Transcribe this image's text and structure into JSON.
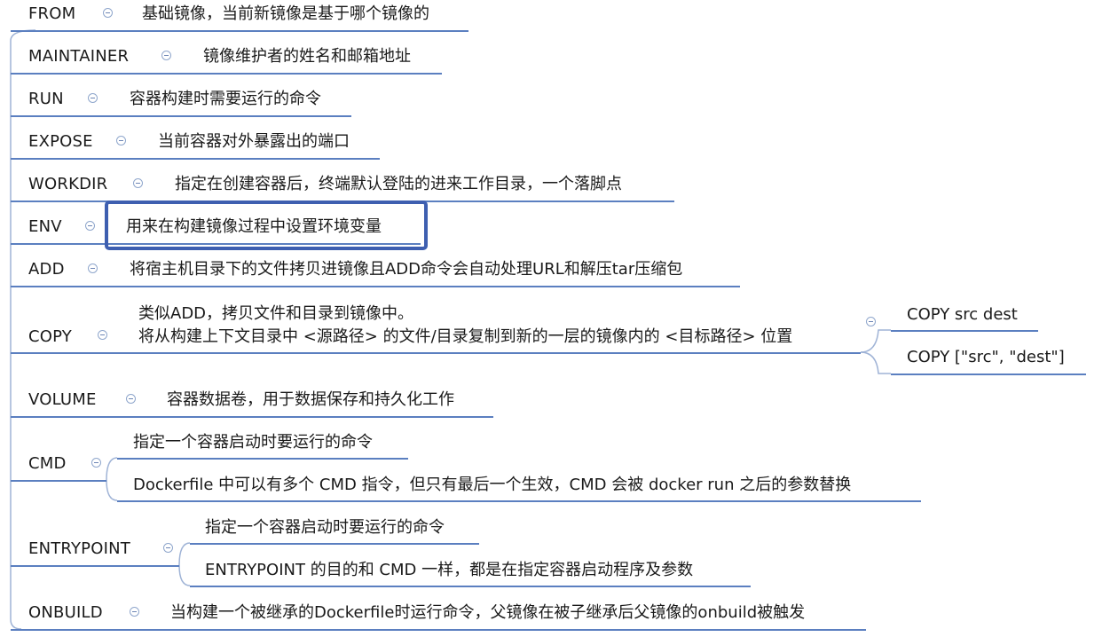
{
  "colors": {
    "line": "#5b7fc0",
    "branch": "#9fb3d6",
    "highlight": "#3e5fb0"
  },
  "nodes": [
    {
      "keyword": "FROM",
      "descriptions": [
        "基础镜像，当前新镜像是基于哪个镜像的"
      ]
    },
    {
      "keyword": "MAINTAINER",
      "descriptions": [
        "镜像维护者的姓名和邮箱地址"
      ]
    },
    {
      "keyword": "RUN",
      "descriptions": [
        "容器构建时需要运行的命令"
      ]
    },
    {
      "keyword": "EXPOSE",
      "descriptions": [
        "当前容器对外暴露出的端口"
      ]
    },
    {
      "keyword": "WORKDIR",
      "descriptions": [
        "指定在创建容器后，终端默认登陆的进来工作目录，一个落脚点"
      ]
    },
    {
      "keyword": "ENV",
      "descriptions": [
        "用来在构建镜像过程中设置环境变量"
      ],
      "highlighted": true
    },
    {
      "keyword": "ADD",
      "descriptions": [
        "将宿主机目录下的文件拷贝进镜像且ADD命令会自动处理URL和解压tar压缩包"
      ]
    },
    {
      "keyword": "COPY",
      "description_lines": [
        "类似ADD，拷贝文件和目录到镜像中。",
        "将从构建上下文目录中 <源路径> 的文件/目录复制到新的一层的镜像内的 <目标路径> 位置"
      ],
      "children": [
        "COPY src dest",
        "COPY [\"src\", \"dest\"]"
      ]
    },
    {
      "keyword": "VOLUME",
      "descriptions": [
        "容器数据卷，用于数据保存和持久化工作"
      ]
    },
    {
      "keyword": "CMD",
      "descriptions": [
        "指定一个容器启动时要运行的命令",
        "Dockerfile 中可以有多个 CMD 指令，但只有最后一个生效，CMD 会被 docker run 之后的参数替换"
      ]
    },
    {
      "keyword": "ENTRYPOINT",
      "descriptions": [
        "指定一个容器启动时要运行的命令",
        "ENTRYPOINT 的目的和 CMD 一样，都是在指定容器启动程序及参数"
      ]
    },
    {
      "keyword": "ONBUILD",
      "descriptions": [
        "当构建一个被继承的Dockerfile时运行命令，父镜像在被子继承后父镜像的onbuild被触发"
      ]
    }
  ]
}
